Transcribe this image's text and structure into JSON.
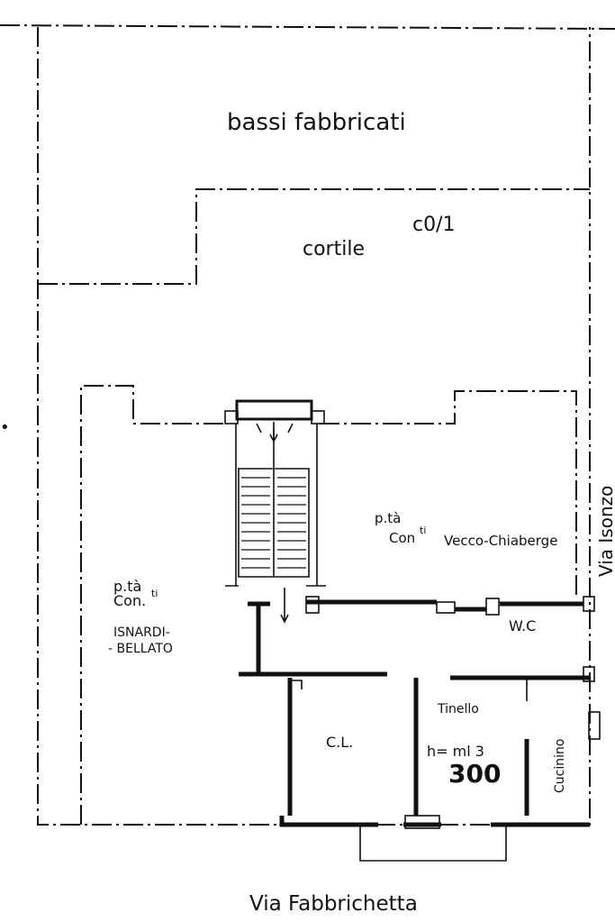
{
  "labels": {
    "bassi": "bassi fabbricati",
    "sign": "c0/1",
    "cortile": "cortile",
    "pta_right": "p.tà",
    "con_right_a": "Con",
    "con_right_b": "ti",
    "right_owner": "Vecco-Chiaberge",
    "pta_left": "p.tà",
    "con_left_a": "Con.",
    "con_left_b": "ti",
    "left_owner_a": "ISNARDI-",
    "left_owner_b": "- BELLATO",
    "wc": "W.C",
    "tinello": "Tinello",
    "cl": "C.L.",
    "height_label": "h= ml 3",
    "height_value": "300",
    "cucinino": "Cucinino",
    "street_bottom": "Via Fabbrichetta",
    "street_right": "Via Isonzo",
    "left_edge_mark": "•"
  }
}
